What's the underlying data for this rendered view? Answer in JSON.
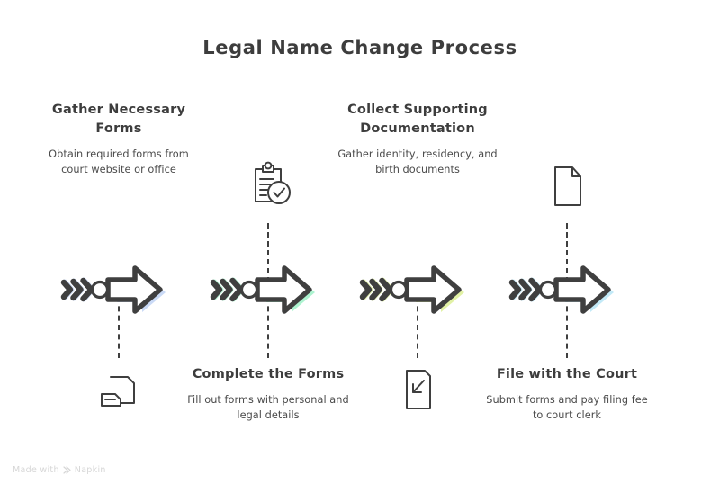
{
  "title": "Legal Name Change Process",
  "watermark": {
    "prefix": "Made with",
    "brand": "Napkin",
    "logo_icon": "napkin-logo-icon"
  },
  "colors": {
    "text": "#3d3d3d",
    "stroke": "#3f3f3f",
    "arrow_1": "#c7d8f5",
    "arrow_2": "#a9f2cd",
    "arrow_3": "#dff0a0",
    "arrow_4": "#bfe8f7",
    "watermark": "#d6d6d6",
    "background": "#ffffff"
  },
  "steps": [
    {
      "index": 1,
      "title": "Gather Necessary Forms",
      "description": "Obtain required forms from court website or office",
      "title_position": "top",
      "icon_position": "bottom",
      "icon": "document-with-hand-icon",
      "arrow_color": "#c7d8f5",
      "chevron_count": 4
    },
    {
      "index": 2,
      "title": "Complete the Forms",
      "description": "Fill out forms with personal and legal details",
      "title_position": "bottom",
      "icon_position": "top",
      "icon": "clipboard-check-icon",
      "arrow_color": "#a9f2cd",
      "chevron_count": 4
    },
    {
      "index": 3,
      "title": "Collect Supporting Documentation",
      "description": "Gather identity, residency, and birth documents",
      "title_position": "top",
      "icon_position": "bottom",
      "icon": "document-import-arrow-icon",
      "arrow_color": "#dff0a0",
      "chevron_count": 4
    },
    {
      "index": 4,
      "title": "File with the Court",
      "description": "Submit forms and pay filing fee to court clerk",
      "title_position": "bottom",
      "icon_position": "top",
      "icon": "document-page-icon",
      "arrow_color": "#bfe8f7",
      "chevron_count": 4
    }
  ]
}
